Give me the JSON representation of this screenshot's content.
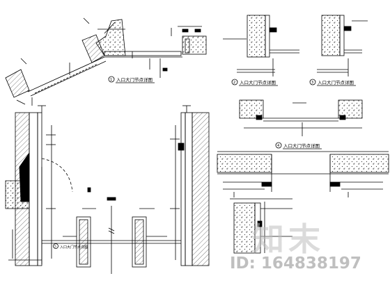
{
  "sheet": {
    "title_a": "入口大门节点详图",
    "title_b": "入口大门节点详图",
    "title_c": "入口大门节点详图",
    "title_d": "入口大门节点详图",
    "title_e": "入口大门节点详图",
    "num_a": "1",
    "num_b": "2",
    "num_c": "3",
    "num_d": "4",
    "num_e": "5"
  },
  "watermark": {
    "brand": "知末",
    "id_text": "ID: 164838197"
  },
  "colors": {
    "line": "#000000",
    "hatch": "#555555",
    "paper": "#ffffff"
  }
}
